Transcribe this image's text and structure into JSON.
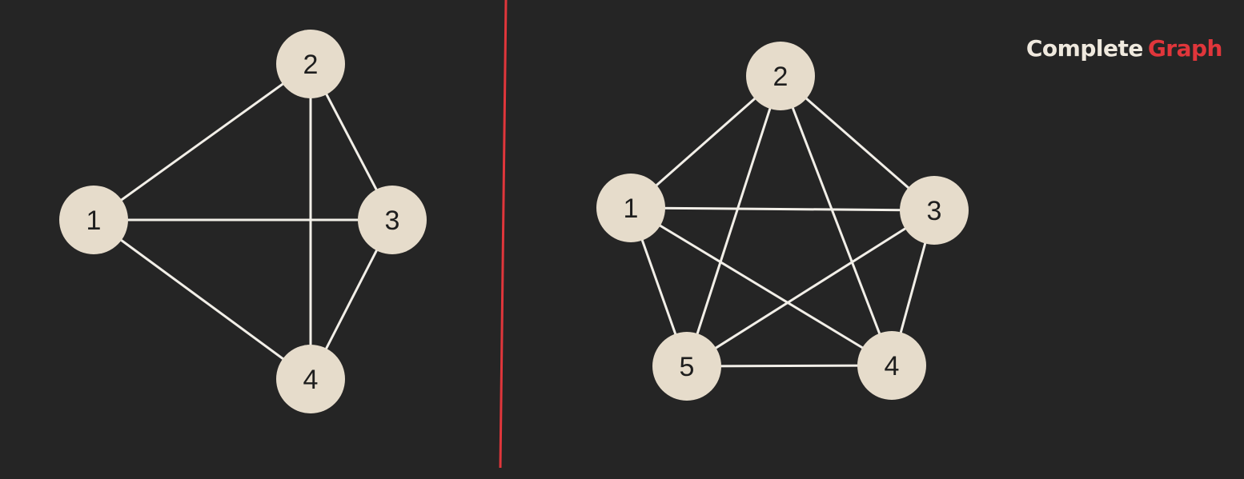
{
  "title": {
    "word1": "Complete",
    "word2": "Graph"
  },
  "colors": {
    "background": "#252525",
    "node_fill": "#e6dccb",
    "edge": "#f2efe8",
    "divider": "#e0363b",
    "title_primary": "#efe9de",
    "title_accent": "#e0363b"
  },
  "graphs": [
    {
      "nodes": [
        {
          "id": "1",
          "label": "1"
        },
        {
          "id": "2",
          "label": "2"
        },
        {
          "id": "3",
          "label": "3"
        },
        {
          "id": "4",
          "label": "4"
        }
      ],
      "edges": [
        [
          "1",
          "2"
        ],
        [
          "1",
          "3"
        ],
        [
          "1",
          "4"
        ],
        [
          "2",
          "3"
        ],
        [
          "2",
          "4"
        ],
        [
          "3",
          "4"
        ]
      ]
    },
    {
      "nodes": [
        {
          "id": "1",
          "label": "1"
        },
        {
          "id": "2",
          "label": "2"
        },
        {
          "id": "3",
          "label": "3"
        },
        {
          "id": "4",
          "label": "4"
        },
        {
          "id": "5",
          "label": "5"
        }
      ],
      "edges": [
        [
          "1",
          "2"
        ],
        [
          "1",
          "3"
        ],
        [
          "1",
          "4"
        ],
        [
          "1",
          "5"
        ],
        [
          "2",
          "3"
        ],
        [
          "2",
          "4"
        ],
        [
          "2",
          "5"
        ],
        [
          "3",
          "4"
        ],
        [
          "3",
          "5"
        ],
        [
          "4",
          "5"
        ]
      ]
    }
  ]
}
